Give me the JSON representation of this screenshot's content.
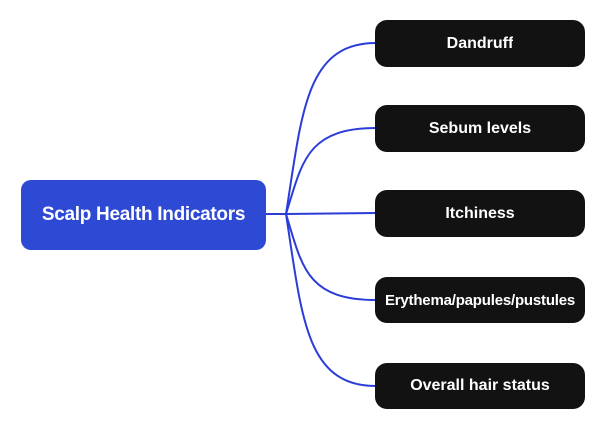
{
  "root": {
    "label": "Scalp Health Indicators"
  },
  "branches": [
    {
      "label": "Dandruff"
    },
    {
      "label": "Sebum levels"
    },
    {
      "label": "Itchiness"
    },
    {
      "label": "Erythema/papules/pustules"
    },
    {
      "label": "Overall hair status"
    }
  ],
  "colors": {
    "background": "#FFFFFF",
    "root_fill": "#2E4AD4",
    "branch_fill": "#121212",
    "connector": "#2B3DD8",
    "label_text": "#FFFFFF"
  }
}
